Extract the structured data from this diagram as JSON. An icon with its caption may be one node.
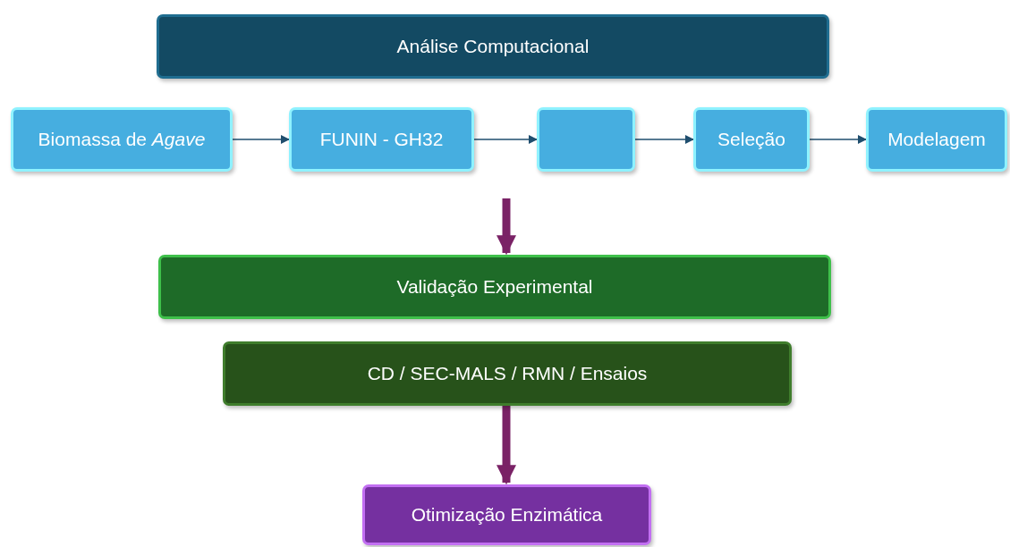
{
  "diagram": {
    "nodes": [
      {
        "text": [
          "Análise Computacional"
        ]
      },
      {
        "text": [
          "Biomassa de *Agave*"
        ]
      },
      {
        "text": [
          "FUNIN - GH32"
        ]
      },
      {
        "text": [],
        "shape": "box"
      },
      {
        "text": [
          "Seleção"
        ]
      },
      {
        "text": [
          "Modelagem"
        ]
      },
      {
        "text": [
          "Validação Experimental"
        ]
      },
      {
        "text": [
          "CD / SEC-MALS / RMN / Ensaios"
        ]
      },
      {
        "text": [
          "Otimização Enzimática"
        ]
      }
    ],
    "edges": [
      {
        "from": 1,
        "to": 2,
        "arrow": "to"
      },
      {
        "from": 2,
        "to": 3,
        "arrow": "to"
      },
      {
        "from": 3,
        "to": 4,
        "arrow": "to"
      },
      {
        "from": 4,
        "to": 5,
        "arrow": "to"
      },
      {
        "from": null,
        "to": 6,
        "arrow": "to",
        "style": "thick",
        "color": "#7a2266"
      },
      {
        "from": 7,
        "to": 8,
        "arrow": "to",
        "style": "thick",
        "color": "#7a2266"
      }
    ]
  }
}
